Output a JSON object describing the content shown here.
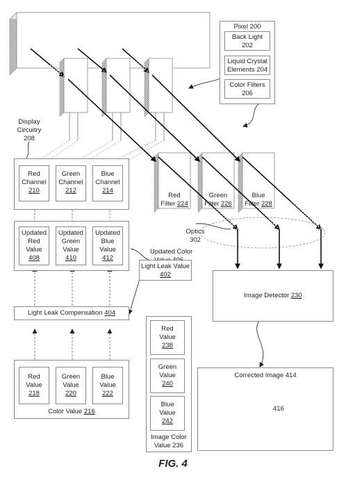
{
  "figure": {
    "caption": "FIG. 4"
  },
  "pixel": {
    "title": "Pixel 200",
    "backlight": [
      "Back Light",
      "202"
    ],
    "lce": [
      "Liquid Crystal",
      "Elements 204"
    ],
    "filters": [
      "Color Filters",
      "206"
    ]
  },
  "display_circuitry": [
    "Display",
    "Circuitry",
    "208"
  ],
  "channels": [
    {
      "l1": "Red",
      "l2": "Channel",
      "num": "210"
    },
    {
      "l1": "Green",
      "l2": "Channel",
      "num": "212"
    },
    {
      "l1": "Blue",
      "l2": "Channel",
      "num": "214"
    }
  ],
  "updated_values": [
    {
      "l1": "Updated",
      "l2": "Red",
      "l3": "Value",
      "num": "408"
    },
    {
      "l1": "Updated",
      "l2": "Green",
      "l3": "Value",
      "num": "410"
    },
    {
      "l1": "Updated",
      "l2": "Blue",
      "l3": "Value",
      "num": "412"
    }
  ],
  "updated_color_value": [
    "Updated Color",
    "Value 406"
  ],
  "compensation": {
    "text": "Light Leak Compensation ",
    "num": "404"
  },
  "light_leak_value": {
    "text": "Light Leak Value",
    "num": "402"
  },
  "color_values": [
    {
      "l1": "Red",
      "l2": "Value",
      "num": "218"
    },
    {
      "l1": "Green",
      "l2": "Value",
      "num": "220"
    },
    {
      "l1": "Blue",
      "l2": "Value",
      "num": "222"
    }
  ],
  "color_value_label": {
    "text": "Color Value ",
    "num": "216"
  },
  "image_color_values": [
    {
      "l1": "Red",
      "l2": "Value",
      "num": "238"
    },
    {
      "l1": "Green",
      "l2": "Value",
      "num": "240"
    },
    {
      "l1": "Blue",
      "l2": "Value",
      "num": "242"
    }
  ],
  "image_color_value_label": [
    "Image Color",
    "Value 236"
  ],
  "filters": [
    {
      "l1": "Red",
      "l2": "Filter ",
      "num": "224"
    },
    {
      "l1": "Green",
      "l2": "Filter ",
      "num": "226"
    },
    {
      "l1": "Blue",
      "l2": "Filter ",
      "num": "228"
    }
  ],
  "optics": [
    "Optics",
    "302"
  ],
  "image_detector": {
    "text": "Image Detector ",
    "num": "230"
  },
  "corrected_image": {
    "title": "Corrected Image 414",
    "point": "416"
  }
}
